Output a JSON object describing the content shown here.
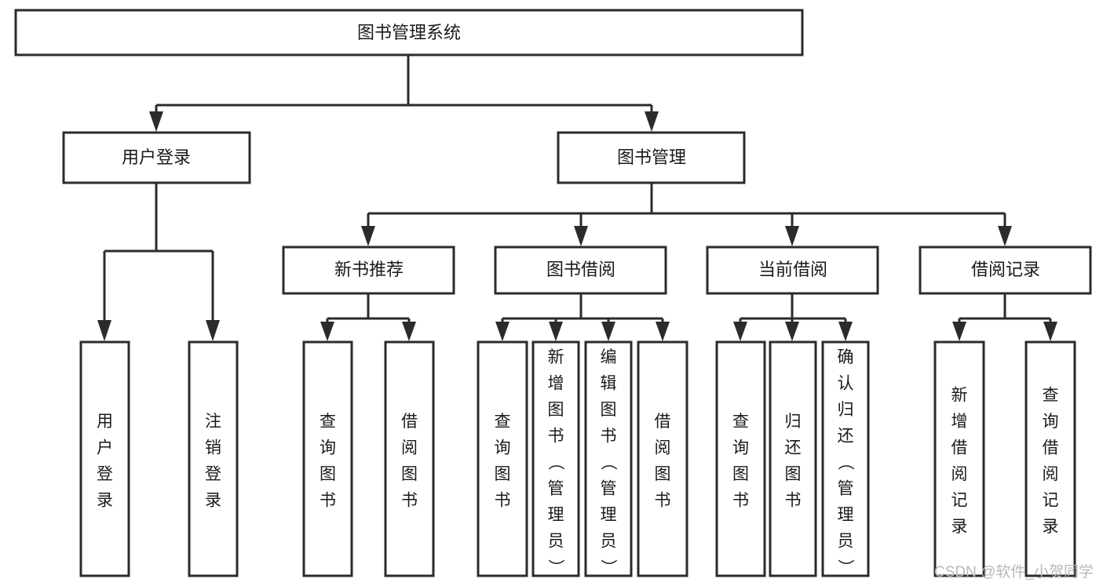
{
  "diagram": {
    "type": "tree-hierarchy-diagram",
    "title": "图书管理系统",
    "orientation": "top-down",
    "background_color": "#ffffff",
    "node_border_color": "#2b2b2b",
    "node_fill_color": "#ffffff",
    "edge_color": "#2b2b2b",
    "levels": [
      {
        "level": 1,
        "nodes": [
          {
            "id": "root",
            "label": "图书管理系统",
            "orientation": "horizontal"
          }
        ]
      },
      {
        "level": 2,
        "nodes": [
          {
            "id": "login",
            "label": "用户登录",
            "orientation": "horizontal",
            "parent": "root"
          },
          {
            "id": "bookmgmt",
            "label": "图书管理",
            "orientation": "horizontal",
            "parent": "root"
          }
        ]
      },
      {
        "level": 3,
        "nodes": [
          {
            "id": "newbook",
            "label": "新书推荐",
            "orientation": "horizontal",
            "parent": "bookmgmt"
          },
          {
            "id": "borrow",
            "label": "图书借阅",
            "orientation": "horizontal",
            "parent": "bookmgmt"
          },
          {
            "id": "current",
            "label": "当前借阅",
            "orientation": "horizontal",
            "parent": "bookmgmt"
          },
          {
            "id": "records",
            "label": "借阅记录",
            "orientation": "horizontal",
            "parent": "bookmgmt"
          }
        ]
      },
      {
        "level": 4,
        "nodes": [
          {
            "id": "leaf-1",
            "label": "用户登录",
            "orientation": "vertical",
            "parent": "login"
          },
          {
            "id": "leaf-2",
            "label": "注销登录",
            "orientation": "vertical",
            "parent": "login"
          },
          {
            "id": "leaf-3",
            "label": "查询图书",
            "orientation": "vertical",
            "parent": "newbook"
          },
          {
            "id": "leaf-4",
            "label": "借阅图书",
            "orientation": "vertical",
            "parent": "newbook"
          },
          {
            "id": "leaf-5",
            "label": "查询图书",
            "orientation": "vertical",
            "parent": "borrow"
          },
          {
            "id": "leaf-6",
            "label": "新增图书（管理员）",
            "orientation": "vertical",
            "parent": "borrow"
          },
          {
            "id": "leaf-7",
            "label": "编辑图书（管理员）",
            "orientation": "vertical",
            "parent": "borrow"
          },
          {
            "id": "leaf-8",
            "label": "借阅图书",
            "orientation": "vertical",
            "parent": "borrow"
          },
          {
            "id": "leaf-9",
            "label": "查询图书",
            "orientation": "vertical",
            "parent": "current"
          },
          {
            "id": "leaf-10",
            "label": "归还图书",
            "orientation": "vertical",
            "parent": "current"
          },
          {
            "id": "leaf-11",
            "label": "确认归还（管理员）",
            "orientation": "vertical",
            "parent": "current"
          },
          {
            "id": "leaf-12",
            "label": "新增借阅记录",
            "orientation": "vertical",
            "parent": "records"
          },
          {
            "id": "leaf-13",
            "label": "查询借阅记录",
            "orientation": "vertical",
            "parent": "records"
          }
        ]
      }
    ]
  },
  "watermark": {
    "text": "CSDN @软件_小贺同学",
    "color": "#b8b8b8"
  }
}
